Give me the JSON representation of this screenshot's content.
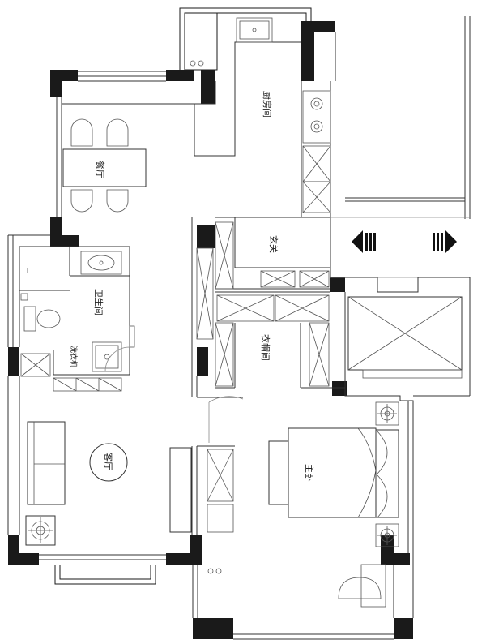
{
  "rooms": {
    "kitchen": "厨房间",
    "dining": "餐厅",
    "entrance": "玄关",
    "bathroom": "卫生间",
    "cloakroom": "衣帽间",
    "laundry": "洗衣机",
    "living": "客厅",
    "master_bedroom": "主卧"
  },
  "colors": {
    "wall": "#1a1a1a",
    "line": "#333333"
  }
}
